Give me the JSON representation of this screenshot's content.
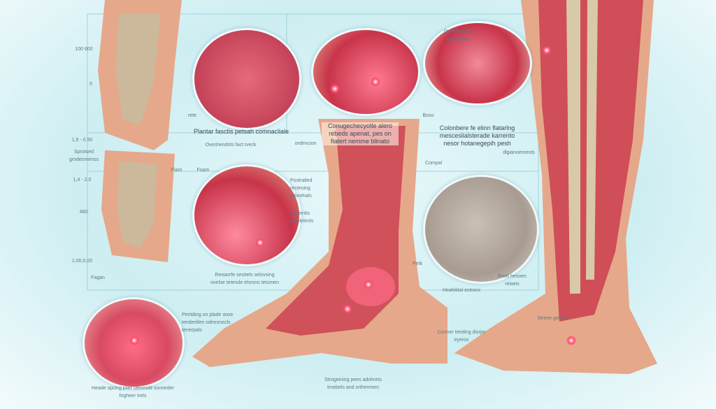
{
  "labels": {
    "plantar": "Plantar fasctis petsah comnacliale",
    "overlap": "Oveshendrits fact tveck",
    "ordencion": "ordencion",
    "center_top": "Conugechecyotle alero rebeds apenat, pes on fiatert nemme blinato",
    "right_top": "Colonbere fe elinn flatarlng mesceslialsterade karrento nesor hotanegepih pesh",
    "overdraining": "Overdraining oerespens",
    "digians": "dlgianoements",
    "compal": "Compal",
    "postrated": "Postratled recteuing adorehals",
    "ogdentis": "Ogdentis notelelenls",
    "reoaorfe": "Reoaorfe sesitels selovsing oveloe tetende elsrons tetumen",
    "petk": "Petk",
    "healtal": "Heahitital ectrons",
    "streoe": "Streoe geions",
    "corrrner": "Cormer treoling disrjer eyeros",
    "foott": "Foott hesoen relaeis",
    "peritding": "Peritding on plade ooxe tenderillen odiresnecls tenerpals",
    "heade": "Heade spcing plier ofeonold sonrieder frigheer trels",
    "strogeing": "Strogeining pees adohrets trnebels and orthenmen",
    "rete": "rete",
    "foam": "Foam",
    "fiam": "Fiam",
    "boso": "Boso",
    "fagan": "Fagan",
    "sprial": "Sprotsed grodesmenss"
  },
  "axis": [
    "100 600",
    "5",
    "1,5 - 0.50",
    "1,4 - 2.0",
    "880",
    "1,00,0.00"
  ],
  "colors": {
    "muscle": "#c8344a",
    "skin": "#e9a98a",
    "bone": "#d8c9a8",
    "panel": "#bfe8ee"
  }
}
